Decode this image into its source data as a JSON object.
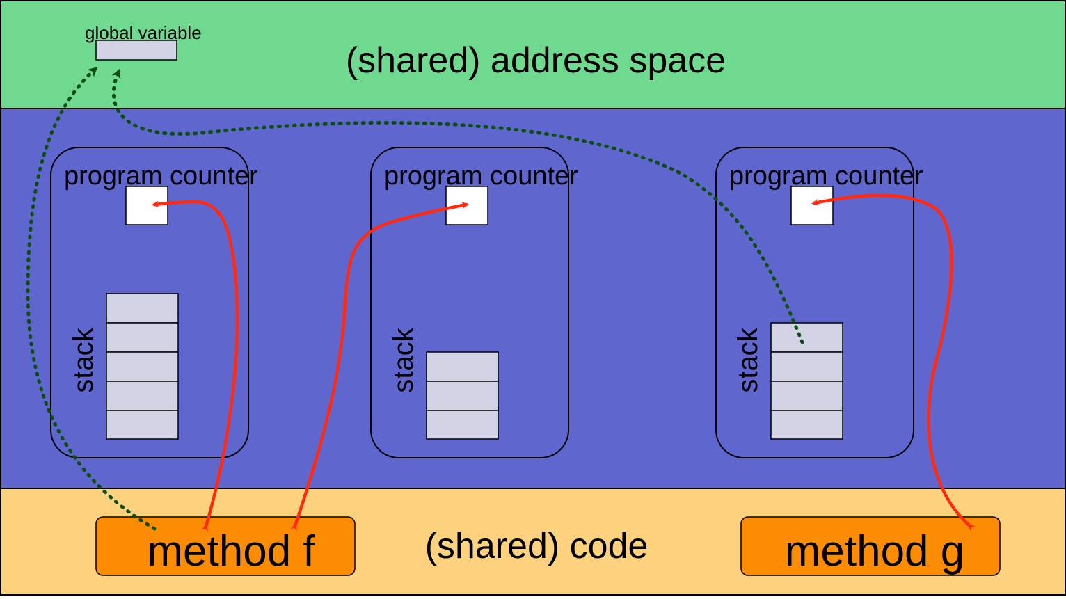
{
  "diagram": {
    "address_space_label": "(shared) address space",
    "global_variable_label": "global variable",
    "code_label": "(shared) code",
    "threads": [
      {
        "pc_label": "program counter",
        "stack_label": "stack",
        "stack_frames": 5
      },
      {
        "pc_label": "program counter",
        "stack_label": "stack",
        "stack_frames": 3
      },
      {
        "pc_label": "program counter",
        "stack_label": "stack",
        "stack_frames": 4
      }
    ],
    "methods": [
      {
        "label": "method f"
      },
      {
        "label": "method g"
      }
    ],
    "colors": {
      "address_space": "#6fda8f",
      "threads_region": "#5f67cf",
      "code_region": "#fdd27f",
      "method_box": "#fd8c05",
      "stack_frame": "#d3d3e6",
      "pc_arrow": "#ff2a10",
      "access_arrow": "#0e4d10"
    }
  }
}
